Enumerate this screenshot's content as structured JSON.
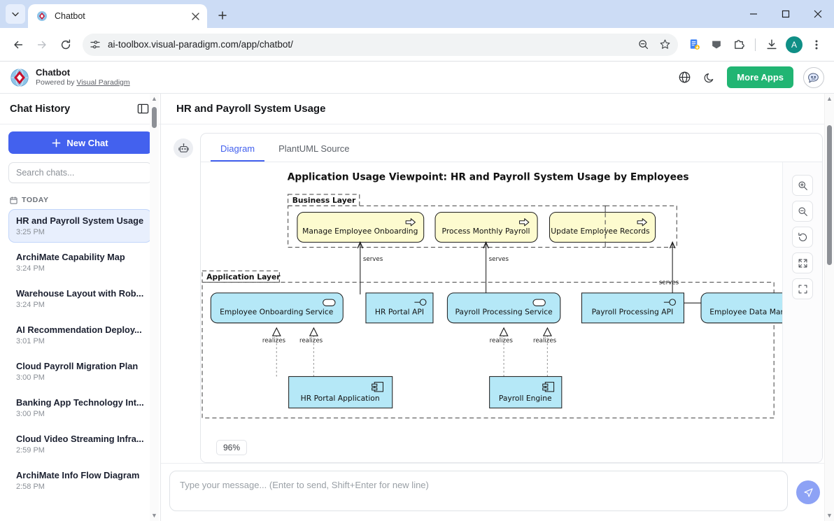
{
  "browser": {
    "tab": {
      "title": "Chatbot",
      "favicon_icon": "visual-paradigm-favicon",
      "close_icon": "close-icon"
    },
    "tab_list_icon": "chevron-down-icon",
    "new_tab_icon": "plus-icon",
    "window_controls": {
      "minimize": "minimize-icon",
      "maximize": "maximize-icon",
      "close": "close-icon"
    },
    "nav": {
      "back_icon": "back-arrow-icon",
      "forward_icon": "forward-arrow-icon",
      "reload_icon": "reload-icon"
    },
    "omnibox": {
      "site_info_icon": "page-settings-icon",
      "url": "ai-toolbox.visual-paradigm.com/app/chatbot/",
      "zoom_out_icon": "zoom-out-icon",
      "bookmark_icon": "star-icon"
    },
    "toolbar_icons": [
      "docs-extension-icon",
      "cast-icon",
      "extensions-icon",
      "downloads-icon"
    ],
    "profile_initial": "A",
    "menu_icon": "kebab-menu-icon"
  },
  "app_header": {
    "logo_icon": "visual-paradigm-logo",
    "title": "Chatbot",
    "subtitle_prefix": "Powered by ",
    "subtitle_link": "Visual Paradigm",
    "globe_icon": "globe-icon",
    "dark_mode_icon": "moon-icon",
    "more_apps_label": "More Apps",
    "bot_avatar_icon": "chatbot-avatar-icon",
    "accent_green": "#21b573"
  },
  "sidebar": {
    "title": "Chat History",
    "collapse_icon": "panel-collapse-icon",
    "new_chat_label": "New Chat",
    "new_chat_icon": "plus-icon",
    "new_chat_color": "#4361ee",
    "search_placeholder": "Search chats...",
    "group_label": "TODAY",
    "group_icon": "calendar-icon",
    "items": [
      {
        "title": "HR and Payroll System Usage",
        "time": "3:25 PM",
        "active": true
      },
      {
        "title": "ArchiMate Capability Map",
        "time": "3:24 PM",
        "active": false
      },
      {
        "title": "Warehouse Layout with Rob...",
        "time": "3:24 PM",
        "active": false
      },
      {
        "title": "AI Recommendation Deploy...",
        "time": "3:01 PM",
        "active": false
      },
      {
        "title": "Cloud Payroll Migration Plan",
        "time": "3:00 PM",
        "active": false
      },
      {
        "title": "Banking App Technology Int...",
        "time": "3:00 PM",
        "active": false
      },
      {
        "title": "Cloud Video Streaming Infra...",
        "time": "2:59 PM",
        "active": false
      },
      {
        "title": "ArchiMate Info Flow Diagram",
        "time": "2:58 PM",
        "active": false
      }
    ]
  },
  "main": {
    "page_title": "HR and Payroll System Usage",
    "assistant_avatar_icon": "robot-icon",
    "tabs": [
      {
        "label": "Diagram",
        "active": true
      },
      {
        "label": "PlantUML Source",
        "active": false
      }
    ],
    "tools": [
      {
        "name": "zoom-in-icon"
      },
      {
        "name": "zoom-out-icon"
      },
      {
        "name": "reset-view-icon"
      },
      {
        "name": "fullscreen-expand-icon"
      },
      {
        "name": "fit-to-screen-icon"
      }
    ],
    "zoom_level": "96%"
  },
  "composer": {
    "placeholder": "Type your message... (Enter to send, Shift+Enter for new line)",
    "send_icon": "send-paper-plane-icon"
  },
  "diagram": {
    "title": "Application Usage Viewpoint: HR and Payroll System Usage by Employees",
    "layers": [
      {
        "id": "business",
        "label": "Business Layer"
      },
      {
        "id": "application",
        "label": "Application Layer"
      }
    ],
    "colors": {
      "business_fill": "#fdfbcf",
      "application_fill": "#b5e8f7",
      "stroke": "#1b1b1b"
    },
    "business_elements": [
      {
        "label": "Manage Employee Onboarding",
        "icon": "business-process-arrow-icon"
      },
      {
        "label": "Process Monthly Payroll",
        "icon": "business-process-arrow-icon"
      },
      {
        "label": "Update Employee Records",
        "icon": "business-process-arrow-icon"
      }
    ],
    "application_services": [
      {
        "label": "Employee Onboarding Service",
        "icon": "application-service-icon"
      },
      {
        "label": "HR Portal API",
        "icon": "application-interface-icon"
      },
      {
        "label": "Payroll Processing Service",
        "icon": "application-service-icon"
      },
      {
        "label": "Payroll Processing API",
        "icon": "application-interface-icon"
      },
      {
        "label": "Employee Data Manag",
        "icon": "application-service-icon",
        "truncated": true
      }
    ],
    "application_components": [
      {
        "label": "HR Portal Application",
        "icon": "application-component-icon"
      },
      {
        "label": "Payroll Engine",
        "icon": "application-component-icon"
      }
    ],
    "relationship_labels": {
      "serves": "serves",
      "realizes": "realizes"
    },
    "serves_edges": [
      "serves",
      "serves",
      "serves"
    ],
    "realizes_edges": [
      "realizes",
      "realizes",
      "realizes",
      "realizes"
    ]
  }
}
